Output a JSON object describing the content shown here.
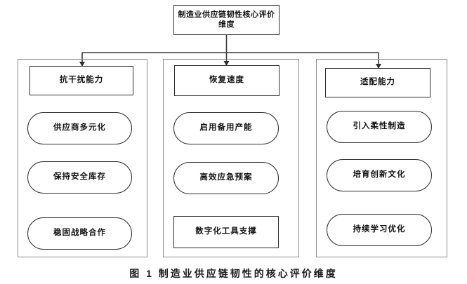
{
  "diagram": {
    "root": {
      "label": "制造业供应链韧性核心评价维度"
    },
    "branches": [
      {
        "header": "抗干扰能力",
        "items": [
          "供应商多元化",
          "保持安全库存",
          "稳固战略合作"
        ]
      },
      {
        "header": "恢复速度",
        "items": [
          "启用备用产能",
          "高效应急预案",
          "数字化工具支撑"
        ]
      },
      {
        "header": "适配能力",
        "items": [
          "引入柔性制造",
          "培育创新文化",
          "持续学习优化"
        ]
      }
    ],
    "caption": "图 1  制造业供应链韧性的核心评价维度",
    "colors": {
      "background": "#ffffff",
      "node_border": "#2e2e2e",
      "group_border": "#8d8d8d",
      "connector": "#3a3a3a",
      "text": "#141414"
    }
  }
}
